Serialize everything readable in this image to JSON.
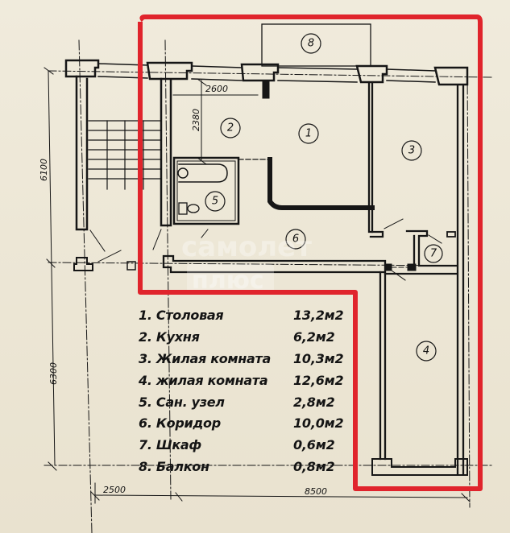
{
  "plan": {
    "dimensions": {
      "top_width": "2600",
      "kitchen_depth": "2380",
      "left_upper": "6100",
      "left_lower": "6300",
      "bottom_left": "2500",
      "bottom_right": "8500"
    },
    "room_labels": [
      "1",
      "2",
      "3",
      "4",
      "5",
      "6",
      "7",
      "8"
    ],
    "highlight_color": "#e0242c",
    "watermark": {
      "line1": "самолет",
      "line2": "плюс"
    }
  },
  "legend": [
    {
      "name": "1. Столовая",
      "area": "13,2м2"
    },
    {
      "name": "2. Кухня",
      "area": "6,2м2"
    },
    {
      "name": "3. Жилая комната",
      "area": "10,3м2"
    },
    {
      "name": "4. жилая комната",
      "area": "12,6м2"
    },
    {
      "name": "5. Сан. узел",
      "area": "2,8м2"
    },
    {
      "name": "6. Коридор",
      "area": "10,0м2"
    },
    {
      "name": "7. Шкаф",
      "area": "0,6м2"
    },
    {
      "name": "8. Балкон",
      "area": "0,8м2"
    }
  ]
}
